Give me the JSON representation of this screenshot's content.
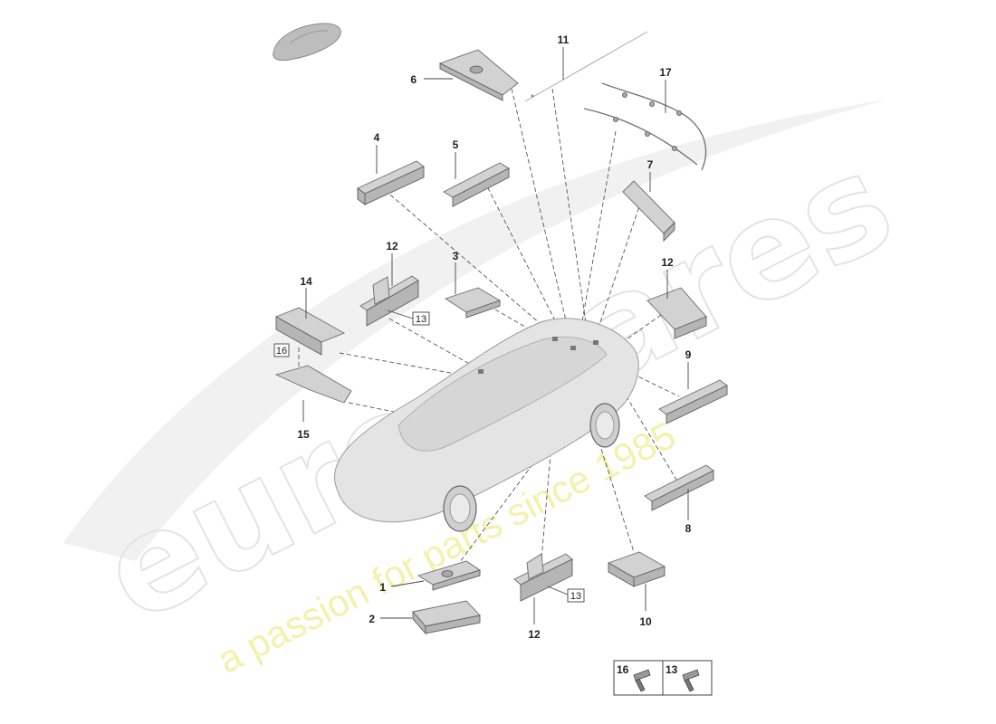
{
  "watermark": {
    "brand": "eurospares",
    "tagline": "a passion for parts since 1985"
  },
  "callouts": {
    "c1": "1",
    "c2": "2",
    "c3": "3",
    "c4": "4",
    "c5": "5",
    "c6": "6",
    "c7": "7",
    "c8": "8",
    "c9": "9",
    "c10": "10",
    "c11": "11",
    "c12a": "12",
    "c12b": "12",
    "c12c": "12",
    "c13a": "13",
    "c13b": "13",
    "c14": "14",
    "c15": "15",
    "c16": "16",
    "c17": "17"
  },
  "legend": {
    "item_left": "16",
    "item_right": "13"
  },
  "colors": {
    "part_fill": "#d2d2d2",
    "part_stroke": "#6b6b6b",
    "watermark": "#e9e9e9",
    "watermark_tagline": "#f3f0a6"
  }
}
